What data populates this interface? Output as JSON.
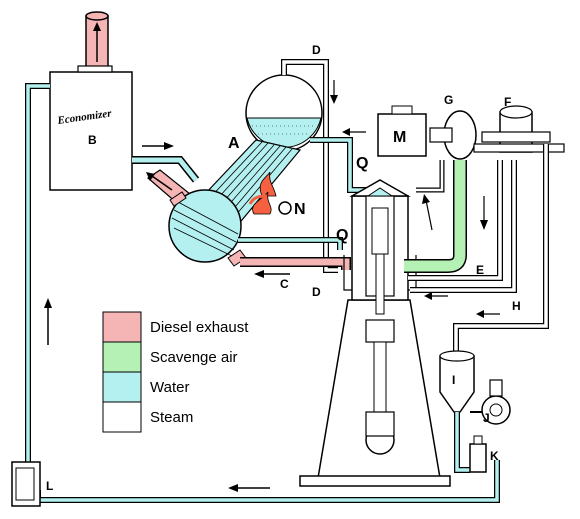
{
  "colors": {
    "exhaust": "#f5b5b5",
    "scavenge": "#b5f0b5",
    "water": "#b5f0f0",
    "steam": "#ffffff",
    "outline": "#000000"
  },
  "labels": {
    "economizer_title": "Economizer",
    "A": "A",
    "B": "B",
    "C": "C",
    "D_top": "D",
    "D_bottom": "D",
    "E": "E",
    "F": "F",
    "G": "G",
    "H": "H",
    "I": "I",
    "J": "J",
    "K": "K",
    "L": "L",
    "M": "M",
    "N": "N",
    "Q_top": "Q",
    "Q_bottom": "Q"
  },
  "legend": [
    {
      "label": "Diesel exhaust",
      "color_key": "exhaust"
    },
    {
      "label": "Scavenge air",
      "color_key": "scavenge"
    },
    {
      "label": "Water",
      "color_key": "water"
    },
    {
      "label": "Steam",
      "color_key": "steam"
    }
  ]
}
